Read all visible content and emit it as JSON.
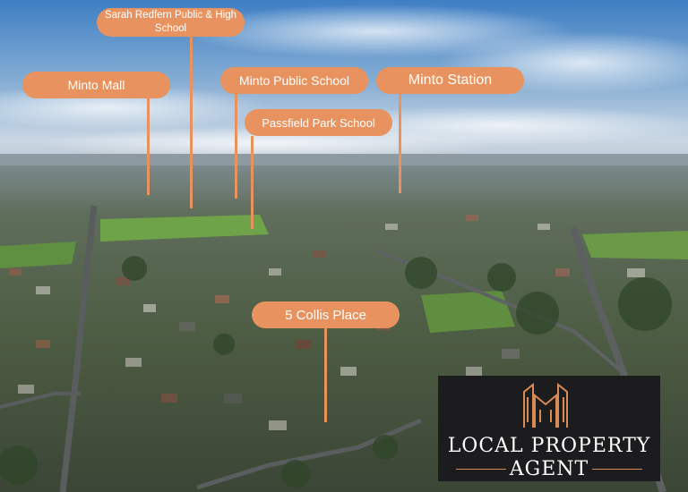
{
  "photo": {
    "description": "Aerial view over a suburban neighbourhood with labelled landmarks",
    "colors": {
      "callout": "#e8935f",
      "sky": "#6e9fcf",
      "logo_bg": "#1c1c1f",
      "logo_accent": "#d88a55"
    }
  },
  "labels": {
    "sarah_redfern": "Sarah Redfern Public & High School",
    "minto_mall": "Minto Mall",
    "minto_public_school": "Minto Public School",
    "minto_station": "Minto Station",
    "passfield_park": "Passfield Park School",
    "collis_place": "5 Collis Place"
  },
  "logo": {
    "line1": "LOCAL PROPERTY",
    "line2": "AGENT"
  }
}
